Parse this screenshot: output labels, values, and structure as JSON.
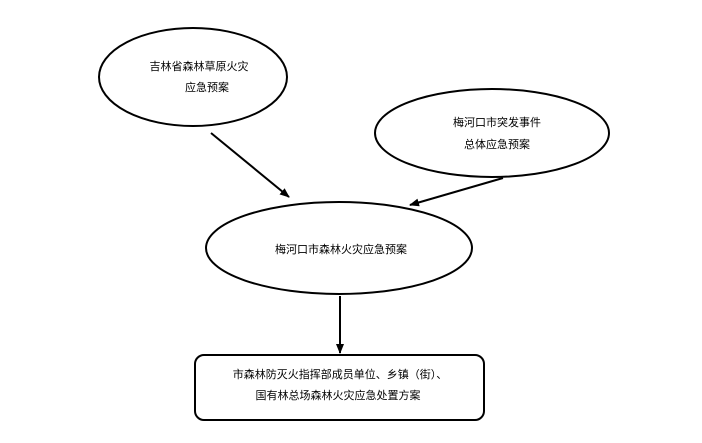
{
  "nodes": {
    "jilin_plan": {
      "line1": "吉林省森林草原火灾",
      "line2": "应急预案"
    },
    "meihekou_general_plan": {
      "line1": "梅河口市突发事件",
      "line2": "总体应急预案"
    },
    "meihekou_forest_plan": {
      "line1": "梅河口市森林火灾应急预案"
    },
    "disposal_plan": {
      "line1": "市森林防灭火指挥部成员单位、乡镇（街）、",
      "line2": "国有林总场森林火灾应急处置方案"
    }
  },
  "colors": {
    "stroke": "#000000",
    "fill": "#ffffff",
    "text": "#000000"
  }
}
